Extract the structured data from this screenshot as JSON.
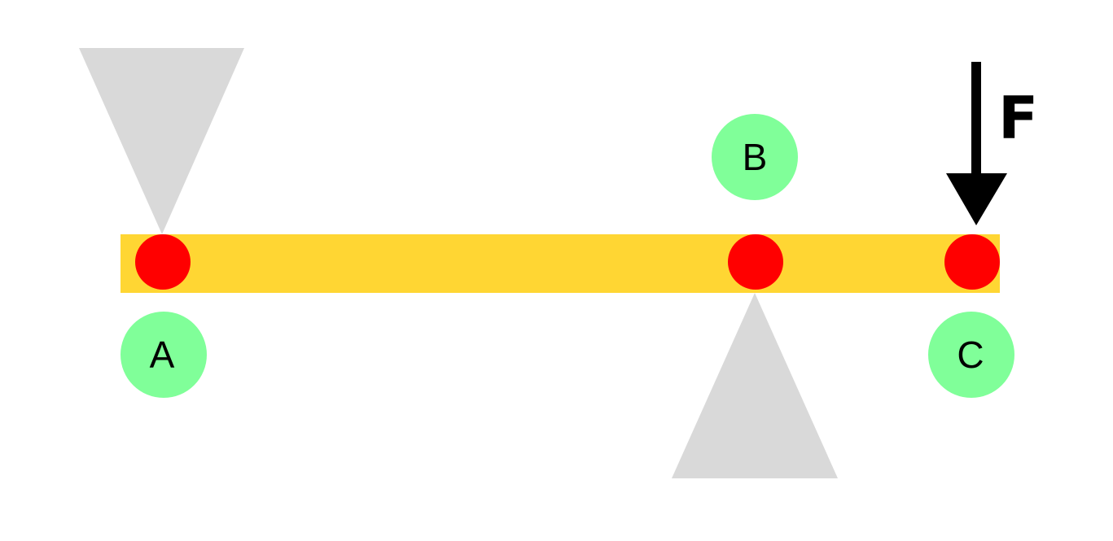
{
  "diagram": {
    "labels": {
      "a": "A",
      "b": "B",
      "c": "C"
    },
    "force_label": "F",
    "colors": {
      "beam": "#FFD633",
      "joint": "#FF0000",
      "label_circle": "#80FF99",
      "support": "#D9D9D9",
      "force": "#000000"
    }
  }
}
